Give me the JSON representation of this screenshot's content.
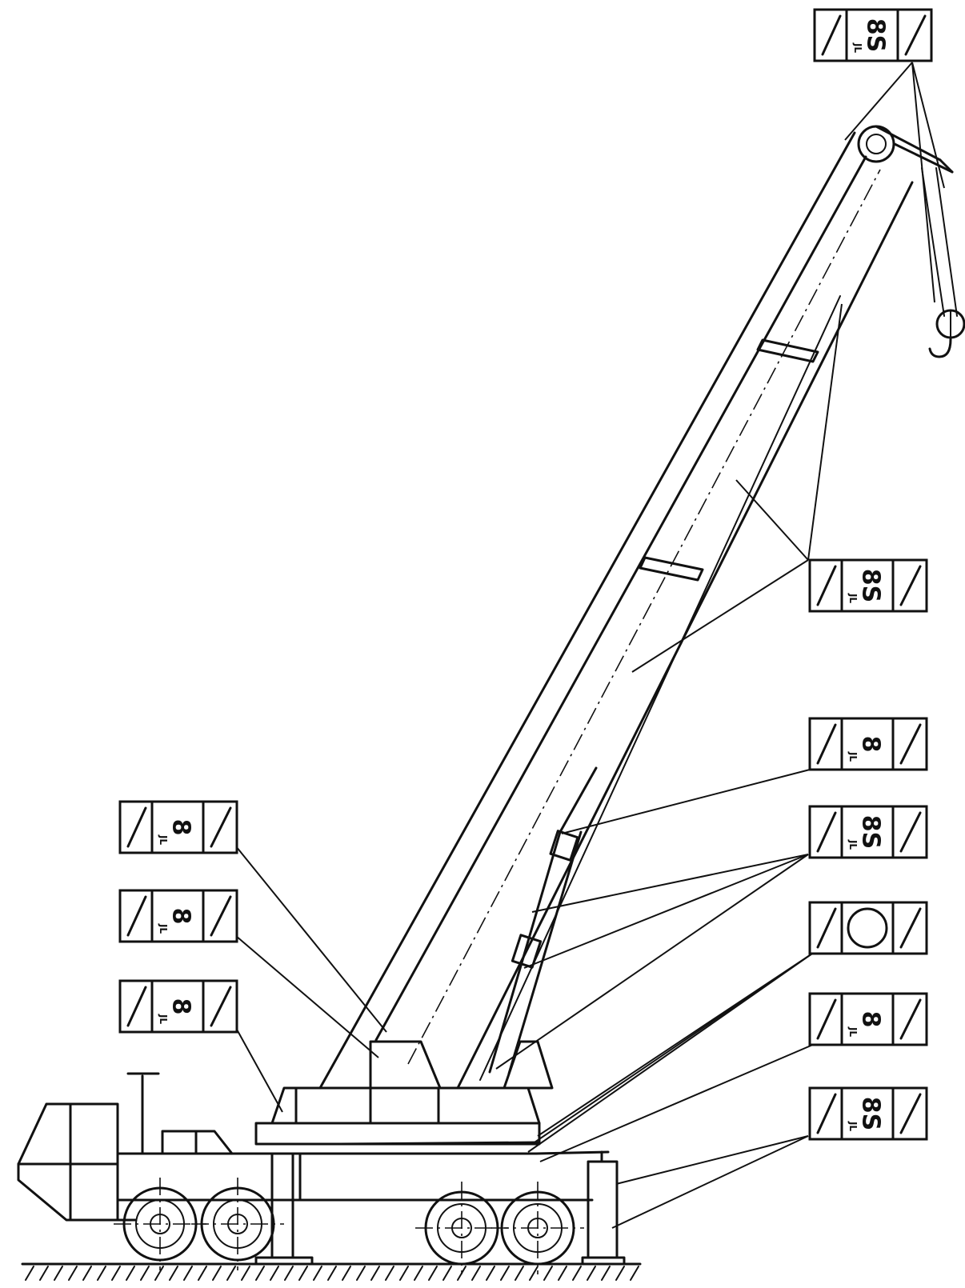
{
  "symbols": {
    "top_right": {
      "main": "8S",
      "sub": "JL"
    },
    "boom_mid": {
      "main": "8S",
      "sub": "JL"
    },
    "cyl_top": {
      "main": "8",
      "sub": "JL"
    },
    "cyl_low": {
      "main": "8S",
      "sub": "JL"
    },
    "circle": {
      "main": "",
      "sub": ""
    },
    "frame_right": {
      "main": "8",
      "sub": "JL"
    },
    "outrigger": {
      "main": "8S",
      "sub": "JL"
    },
    "left_top": {
      "main": "8",
      "sub": "JL"
    },
    "left_mid": {
      "main": "8",
      "sub": "JL"
    },
    "left_low": {
      "main": "8",
      "sub": "JL"
    }
  }
}
